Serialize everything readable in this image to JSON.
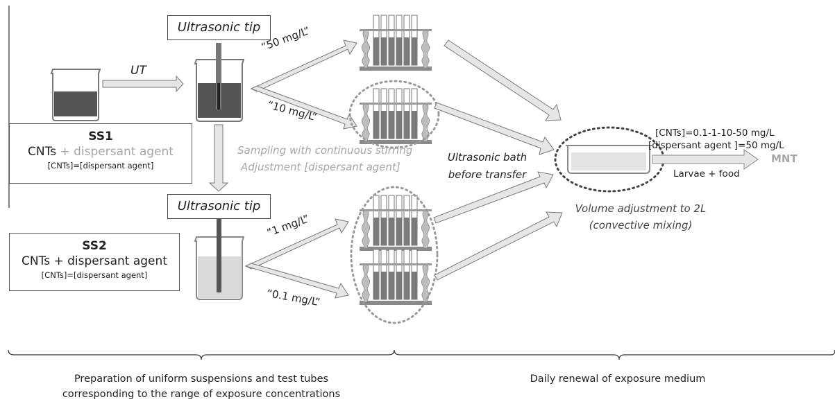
{
  "steps": {
    "ut_label": "UT",
    "tip_top": "Ultrasonic tip",
    "tip_bottom": "Ultrasonic tip"
  },
  "ss1": {
    "title": "SS1",
    "cnts": "CNTs",
    "plus_agent": "+ dispersant agent",
    "ratio": "[CNTs]=[dispersant agent]"
  },
  "ss2": {
    "title": "SS2",
    "line": "CNTs + dispersant agent",
    "ratio": "[CNTs]=[dispersant agent]"
  },
  "concentrations": {
    "c50": "“50 mg/L”",
    "c10": "“10 mg/L”",
    "c1": "“1 mg/L”",
    "c01": "“0.1 mg/L”"
  },
  "notes": {
    "sampling_1": "Sampling with continuous stirring",
    "sampling_2": "Adjustment [dispersant agent]",
    "bath_1": "Ultrasonic bath",
    "bath_2": "before transfer",
    "volume_1": "Volume adjustment to 2L",
    "volume_2": "(convective mixing)"
  },
  "exposure": {
    "cnts": "[CNTs]=0.1-1-10-50 mg/L",
    "agent": "[dispersant agent ]=50 mg/L",
    "larvae": "Larvae + food",
    "output": "MNT"
  },
  "phases": {
    "left_1": "Preparation of uniform suspensions and test tubes",
    "left_2": "corresponding to the range of exposure concentrations",
    "right": "Daily renewal of exposure medium"
  },
  "colors": {
    "dark_liquid": "#555555",
    "light_liquid": "#d9d9d9",
    "arrow_fill": "#e6e6e6",
    "rack": "#999999",
    "text_gray": "#a6a6a6"
  }
}
